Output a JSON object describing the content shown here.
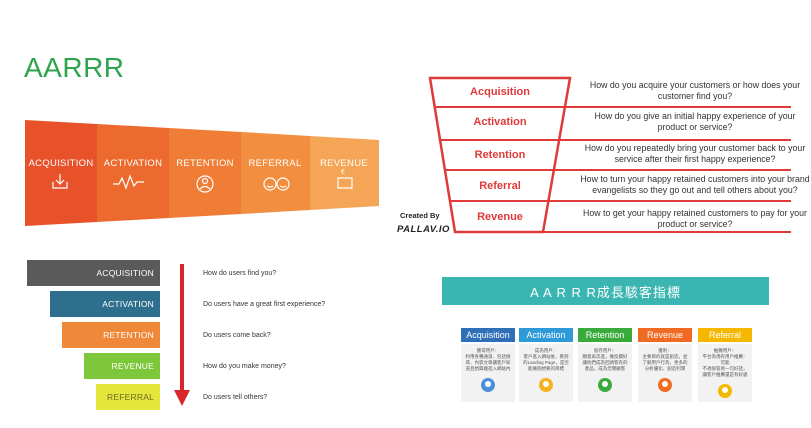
{
  "panel1": {
    "title": "AARRR",
    "stages": [
      {
        "label": "ACQUISITION",
        "icon": "download-icon",
        "color": "#e8522a"
      },
      {
        "label": "ACTIVATION",
        "icon": "pulse-icon",
        "color": "#ec6a2e"
      },
      {
        "label": "RETENTION",
        "icon": "person-circle-icon",
        "color": "#f07d35"
      },
      {
        "label": "REFERRAL",
        "icon": "two-faces-icon",
        "color": "#f28e40"
      },
      {
        "label": "REVENUE",
        "icon": "money-icon",
        "color": "#f5a556"
      }
    ]
  },
  "panel2": {
    "stages": [
      {
        "label": "Acquisition",
        "question": "How do you acquire your customers or how does your customer find you?"
      },
      {
        "label": "Activation",
        "question": "How do you give an initial happy experience of your product or service?"
      },
      {
        "label": "Retention",
        "question": "How do you repeatedly bring your customer back to your service after their first happy experience?"
      },
      {
        "label": "Referral",
        "question": "How to turn your happy retained customers into your brand evangelists so they go out and tell others about you?"
      },
      {
        "label": "Revenue",
        "question": "How to get your happy retained customers to pay for your product or service?"
      }
    ],
    "credit_line1": "Created By",
    "credit_line2": "PALLAV.IO",
    "accent": "#e03a3a"
  },
  "panel3": {
    "stages": [
      {
        "label": "ACQUISITION",
        "question": "How do users find you?",
        "color": "#5a5a5a",
        "text_color": "#ffffff"
      },
      {
        "label": "ACTIVATION",
        "question": "Do users have a  great first experience?",
        "color": "#2e6f8e",
        "text_color": "#ffffff"
      },
      {
        "label": "RETENTION",
        "question": "Do users come back?",
        "color": "#f0883a",
        "text_color": "#ffffff"
      },
      {
        "label": "REVENUE",
        "question": "How do you make money?",
        "color": "#7ec63a",
        "text_color": "#ffffff"
      },
      {
        "label": "REFERRAL",
        "question": "Do users tell others?",
        "color": "#e6e63a",
        "text_color": "#6a6a2a"
      }
    ],
    "arrow_color": "#d8262b"
  },
  "panel4": {
    "banner": "A A R R R成長駭客指標",
    "columns": [
      {
        "header": "Acquisition",
        "color": "#2f6fb8",
        "avatar_color": "#4a90d9",
        "lines": [
          "獲得用戶：",
          "利用各種通道、包括搜",
          "尋、內容文章讓客戶知",
          "道且想興趣進入網站內"
        ]
      },
      {
        "header": "Activation",
        "color": "#2f9ad8",
        "avatar_color": "#f5b21e",
        "lines": [
          "成為用戶：",
          "客戶進入網站後，看到",
          "的Landing Page，是否",
          "能擁抱想要的目標"
        ]
      },
      {
        "header": "Retention",
        "color": "#3aaa3a",
        "avatar_color": "#3aaa3a",
        "lines": [
          "留存用戶：",
          "願意再次進，做反饋好",
          "讓他們成為回頭客有的",
          "產品，成為忠實顧客"
        ]
      },
      {
        "header": "Revenue",
        "color": "#ef6a22",
        "avatar_color": "#ef6a22",
        "lines": [
          "獲利：",
          "主要目的就是創造，並",
          "了解用戶行為，更多的",
          "分析優化、創造利潤"
        ]
      },
      {
        "header": "Referral",
        "color": "#f5b800",
        "avatar_color": "#f5b800",
        "lines": [
          "推薦用戶：",
          "平台為現有用戶推薦：可能",
          "不適很容易一句好話，",
          "讓客戶推薦還是有好處"
        ]
      }
    ]
  }
}
